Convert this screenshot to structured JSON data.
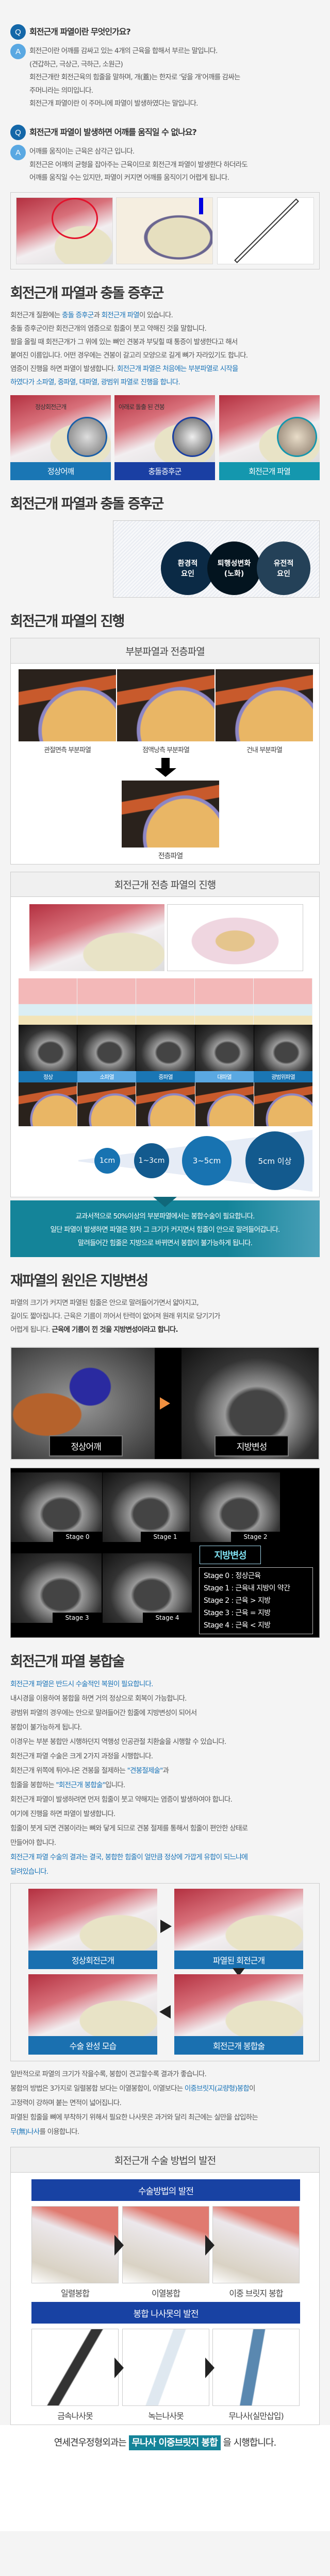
{
  "colors": {
    "accent": "#1a74b8",
    "q_icon": "#1467a8",
    "a_icon": "#5aa8e2",
    "teal": "#148499",
    "navy": "#1842a3"
  },
  "qa": [
    {
      "q_mark": "Q",
      "a_mark": "A",
      "question": "회전근개 파열이란 무엇인가요?",
      "answer": [
        "회전근이란 어깨를 감싸고 있는 4개의 근육을 합해서 부르는 말입니다.",
        "(견갑하근, 극상근, 극하근, 소원근)",
        "회전근개란 회전근육의 힘줄을 말하며, 개(蓋)는 한자로 ‘덮을 개’어깨를 감싸는",
        "주머니라는 의미입니다.",
        "회전근개 파열이란 이 주머니에 파열이 발생하였다는 말입니다."
      ]
    },
    {
      "q_mark": "Q",
      "a_mark": "A",
      "question": "회전근개 파열이 발생하면 어깨를 움직일 수 없나요?",
      "answer": [
        "어깨를 움직이는 근육은 삼각근 입니다.",
        "회전근은 어깨의 균형을 잡아주는 근육이므로 회전근개 파열이 발생한다 하더라도",
        "어깨를 움직일 수는 있지만, 파열이 커지면 어깨를 움직이기 어렵게 됩니다."
      ]
    }
  ],
  "impingement": {
    "title": "회전근개 파열과 충돌 증후군",
    "lines": [
      [
        [
          "n",
          "회전근개 질환에는 "
        ],
        [
          "blue",
          "충돌 증후군"
        ],
        [
          "n",
          "과 "
        ],
        [
          "blue",
          "회전근개 파열"
        ],
        [
          "n",
          "이 있습니다."
        ]
      ],
      [
        [
          "n",
          "충돌 증후군이란 회전근개의 염증으로 힘줄이 붓고 약해진 것을 말합니다."
        ]
      ],
      [
        [
          "n",
          "팔을 올릴 때 회전근개가 그 위에 있는 뼈인 견봉과 부딪힐 때 통증이 발생한다고 해서"
        ]
      ],
      [
        [
          "n",
          "붙여진 이름입니다. 어떤 경우에는 견봉이 갈고리 모양으로 길게 뼈가 자라있기도 합니다."
        ]
      ],
      [
        [
          "n",
          "염증이 진행을 하면 파열이 발생합니다. "
        ],
        [
          "blue",
          "회전근개 파열은 처음에는 부분파열로 시작을"
        ]
      ],
      [
        [
          "blue",
          "하였다가 소파열, 중파열, 대파열, 광범위 파열로 진행을 합니다."
        ]
      ]
    ],
    "overlay_labels": [
      "정상회전근개",
      "아래로 돌출 된 견봉"
    ],
    "panels": [
      "정상어깨",
      "충돌증후군",
      "회전근개 파열"
    ]
  },
  "causes": {
    "title": "회전근개 파열과 충돌 증후군",
    "factors": [
      [
        "환경적",
        "요인"
      ],
      [
        "퇴행성변화",
        "(노화)"
      ],
      [
        "유전적",
        "요인"
      ]
    ]
  },
  "progression": {
    "title": "회전근개 파열의 진행",
    "partial": {
      "title": "부분파열과 전층파열",
      "labels": [
        "관절면측 부분파열",
        "점액낭측 부분파열",
        "건내 부분파열"
      ],
      "full": "전층파열"
    },
    "full": {
      "title": "회전근개 전층 파열의 진행",
      "stages": [
        "정상",
        "소파열",
        "중파열",
        "대파열",
        "광범위파열"
      ],
      "sizes": [
        "1cm",
        "1~3cm",
        "3~5cm",
        "5cm 이상"
      ]
    },
    "notice": [
      "교과서적으로 50%이상의 부분파열에서는 봉합수술이 필요합니다.",
      "일단 파열이 발생하면 파열은 점차 그 크기가 커지면서 힘줄이 안으로 말려들어갑니다.",
      "말려들어간 힘줄은 지방으로 바뀌면서 봉합이 불가능하게 됩니다."
    ]
  },
  "fatty": {
    "title": "재파열의 원인은 지방변성",
    "lines": [
      [
        [
          "n",
          "파열의 크기가 커지면 파열된 힘줄은 안으로 말려들어가면서 얇아지고,"
        ]
      ],
      [
        [
          "n",
          "길이도 짧아집니다. 근육은 기름이 끼어서 탄력이 없어져 원래 위치로 당기기가"
        ]
      ],
      [
        [
          "n",
          "어렵게 됩니다. "
        ],
        [
          "bold",
          "근육에 기름이 낀 것을 지방변성이라고 합니다."
        ]
      ]
    ],
    "compare": [
      "정상어깨",
      "지방변성"
    ],
    "stage_images": [
      "Stage 0",
      "Stage 1",
      "Stage 2",
      "Stage 3",
      "Stage 4"
    ],
    "legend_title": "지방변성",
    "legend": [
      "Stage 0 : 정상근육",
      "Stage 1 : 근육내 지방이 약간",
      "Stage 2 : 근육 > 지방",
      "Stage 3 : 근육 = 지방",
      "Stage 4 : 근육 < 지방"
    ]
  },
  "repair": {
    "title": "회전근개 파열 봉합술",
    "lines": [
      [
        [
          "blue",
          "회전근개 파열은 반드시 수술적인 복원이 필요합니다."
        ]
      ],
      [
        [
          "n",
          "내시경을 이용하여 봉합을 하면 거의 정상으로 회복이 가능합니다."
        ]
      ],
      [
        [
          "n",
          "광범위 파열의 경우에는 안으로 말려들어간 힘줄에 지방변성이 되어서"
        ]
      ],
      [
        [
          "n",
          " 봉합이 불가능하게 됩니다."
        ]
      ],
      [
        [
          "n",
          "이경우는 부분 봉합만 시행하던지 역행성 인공관절 치환술을 시행할 수 있습니다."
        ]
      ],
      [
        [
          "n",
          "회전근개 파열 수술은 크게 2가지 과정을 시행합니다."
        ]
      ],
      [
        [
          "n",
          "회전근개 위쪽에 튀어나온 견봉을 절제하는 "
        ],
        [
          "blue",
          "\"견봉절제술\""
        ],
        [
          "n",
          "과"
        ]
      ],
      [
        [
          "n",
          "힘줄을 봉합하는 "
        ],
        [
          "blue",
          "\"회전근개 봉합술\""
        ],
        [
          "n",
          "입니다."
        ]
      ],
      [
        [
          "n",
          "회전근개 파열이 발생하려면 먼저 힘줄이 붓고 약해지는 염증이 발생하여야 합니다."
        ]
      ],
      [
        [
          "n",
          "여기에 진행을 하면 파열이 발생합니다."
        ]
      ],
      [
        [
          "n",
          "힘줄이 붓게 되면 견봉이라는 뼈와 닿게 되므로 견봉 절제를 통해서 힘줄이 편안한 상태로"
        ]
      ],
      [
        [
          "n",
          "만들어야 합니다."
        ]
      ],
      [
        [
          "blue",
          "회전근개 파열 수술의 결과는 결국, 봉합한 힘줄이 얼만큼 정상에 가깝게 유합이 되느냐에"
        ]
      ],
      [
        [
          "blue",
          "달려있습니다."
        ]
      ]
    ],
    "panels": [
      "정상회전근개",
      "파열된 회전근개",
      "수술 완성 모습",
      "회전근개 봉합술"
    ],
    "lines2": [
      [
        [
          "n",
          "일반적으로 파열의 크기가 작을수록, 봉합이 견고할수록 결과가 좋습니다."
        ]
      ],
      [
        [
          "n",
          "봉합의 방법은 3가지로 일렬봉합 보다는 이열봉합이, 이열보다는 "
        ],
        [
          "blue",
          "이중브릿지(교량형)봉합"
        ],
        [
          "n",
          "이"
        ]
      ],
      [
        [
          "n",
          "고정력이 강하며 붙는 면적이 넓어집니다."
        ]
      ],
      [
        [
          "n",
          "파열된 힘줄을 뼈에 부착하기 위해서 필요한 나사못은 과거와 달리 최근에는 실만을 삽입하는"
        ]
      ],
      [
        [
          "blue",
          "무(無)나사"
        ],
        [
          "n",
          "를 이용합니다."
        ]
      ]
    ]
  },
  "methods": {
    "title": "회전근개 수술 방법의 발전",
    "technique_title": "수술방법의 발전",
    "techniques": [
      "일렬봉합",
      "이열봉합",
      "이중 브릿지 봉합"
    ],
    "anchor_title": "봉합 나사못의 발전",
    "anchors": [
      "금속나사못",
      "녹는나사못",
      "무나사(실만삽입)"
    ]
  },
  "closing": {
    "before": "연세견우정형외과는 ",
    "highlight": "무나사 이중브릿지 봉합",
    "after": " 을 시행합니다."
  }
}
